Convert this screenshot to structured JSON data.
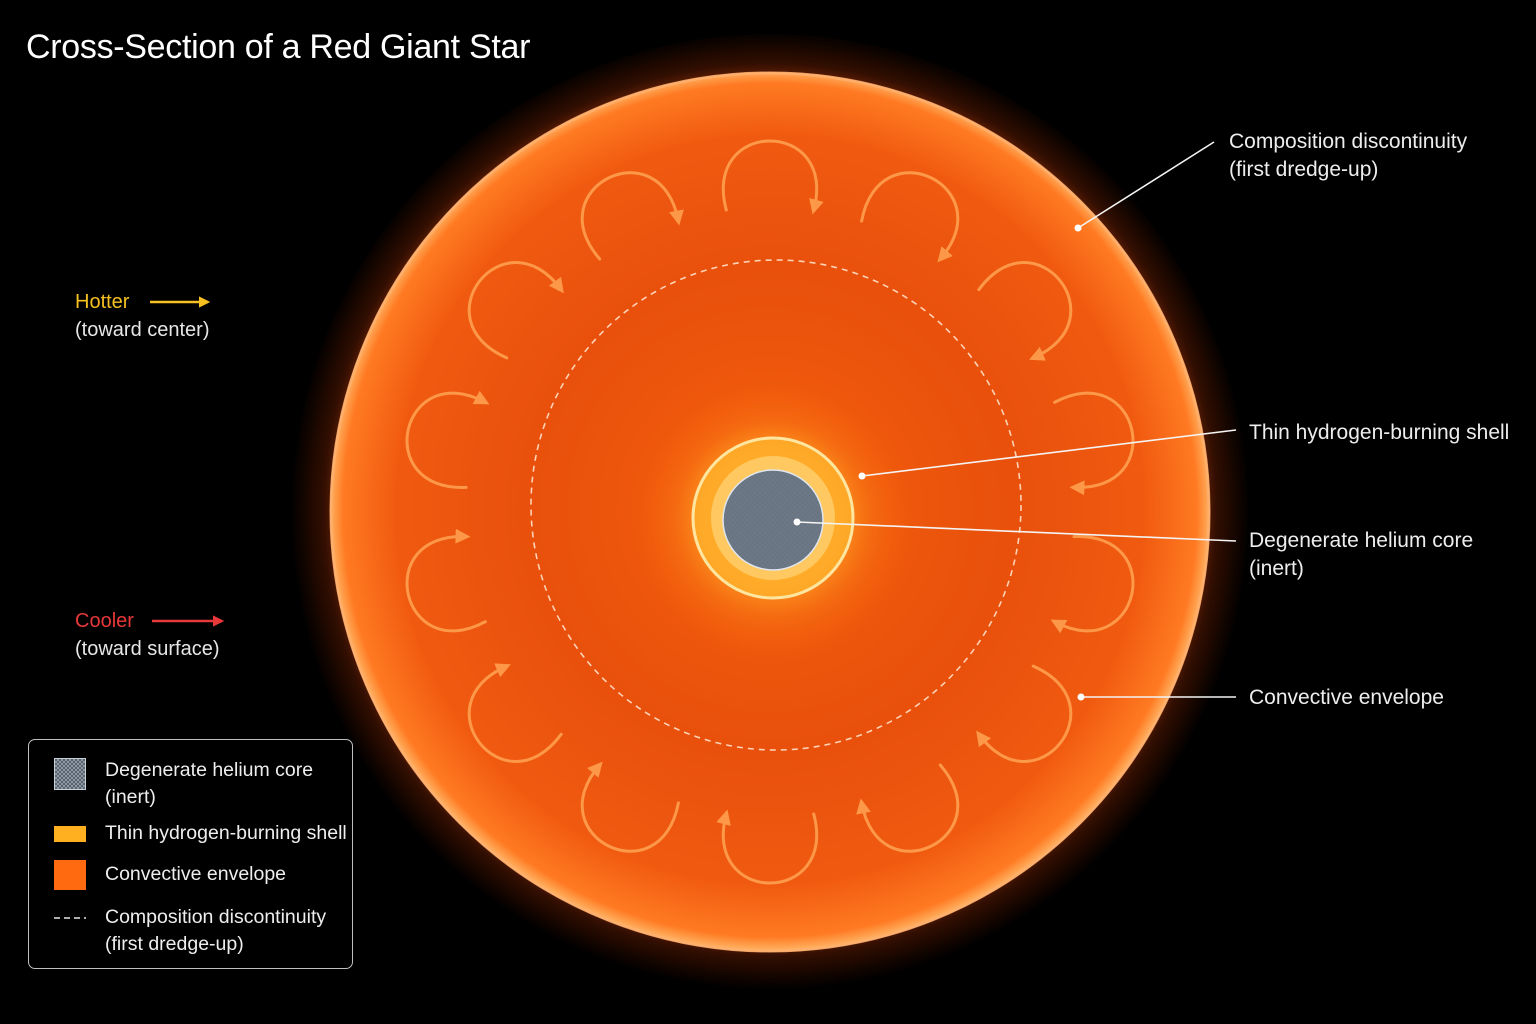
{
  "title": "Cross-Section of a Red Giant Star",
  "temperature": {
    "hotter": {
      "label": "Hotter",
      "sub": "(toward center)",
      "color": "#f5c020"
    },
    "cooler": {
      "label": "Cooler",
      "sub": "(toward surface)",
      "color": "#e8383a"
    }
  },
  "callouts": {
    "discontinuity": [
      "Composition discontinuity",
      "(first dredge-up)"
    ],
    "shell": [
      "Thin hydrogen-burning shell"
    ],
    "core": [
      "Degenerate helium core",
      "(inert)"
    ],
    "envelope": [
      "Convective envelope"
    ]
  },
  "legend": [
    {
      "label": [
        "Degenerate helium core",
        "(inert)"
      ],
      "icon": "core-swatch-icon"
    },
    {
      "label": [
        "Thin hydrogen-burning shell"
      ],
      "icon": "shell-swatch-icon",
      "color": "#ffb020"
    },
    {
      "label": [
        "Convective envelope"
      ],
      "icon": "envelope-swatch-icon",
      "color": "#ff6a10"
    },
    {
      "label": [
        "Composition discontinuity",
        "(first dredge-up)"
      ],
      "icon": "dashed-line-icon"
    }
  ],
  "colors": {
    "envelope": "#ff5a10",
    "envelope_edge": "#ff8a30",
    "shell": "#ffd070",
    "core": "#c8d2dc",
    "background": "#000000"
  }
}
